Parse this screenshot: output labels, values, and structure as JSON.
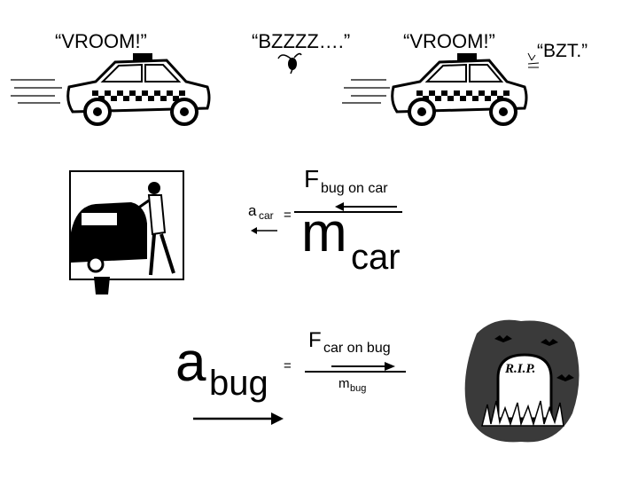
{
  "captions": {
    "vroom_left": "“VROOM!”",
    "bzzzz": "“BZZZZ….”",
    "vroom_right": "“VROOM!”",
    "bzt": "“BZT.”"
  },
  "equation_car": {
    "lhs_letter": "a",
    "lhs_subscript": "car",
    "equals": "=",
    "numerator_letter": "F",
    "numerator_subscript": "bug on car",
    "denominator_letter": "m",
    "denominator_subscript": "car"
  },
  "equation_bug": {
    "lhs_letter": "a",
    "lhs_subscript": "bug",
    "equals": "=",
    "numerator_letter": "F",
    "numerator_subscript": "car on bug",
    "denominator_letter": "m",
    "denominator_subscript": "bug"
  },
  "tombstone": {
    "text": "R.I.P."
  },
  "colors": {
    "text": "#000000",
    "background": "#ffffff",
    "blob": "#3a3a3a"
  },
  "icons": [
    "taxi-icon",
    "bug-icon",
    "person-washing-car-icon",
    "tombstone-icon"
  ]
}
